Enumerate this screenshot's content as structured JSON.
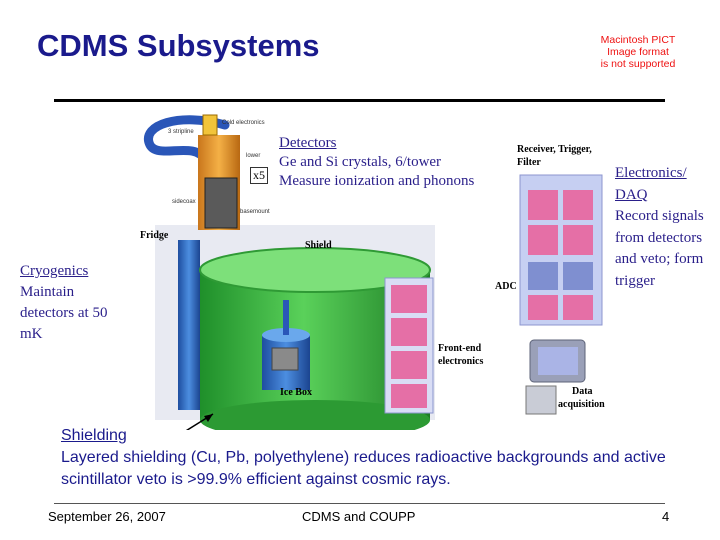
{
  "title": "CDMS Subsystems",
  "pict_notice": [
    "Macintosh PICT",
    "Image format",
    "is not supported"
  ],
  "detectors": {
    "heading": "Detectors",
    "line1": "Ge and Si crystals, 6/tower",
    "line2": "Measure ionization and phonons",
    "multiplier": "x5"
  },
  "cryogenics": {
    "heading": "Cryogenics",
    "body": "Maintain detectors at 50 mK"
  },
  "electronics": {
    "heading": "Electronics/ DAQ",
    "body": "Record signals from detectors and veto; form trigger"
  },
  "shielding": {
    "heading": "Shielding",
    "body": "Layered shielding (Cu, Pb, polyethylene) reduces radioactive backgrounds and active scintillator veto is >99.9% efficient against cosmic rays."
  },
  "diagram_labels": {
    "fridge": "Fridge",
    "shield": "Shield",
    "adc": "ADC",
    "receiver": "Receiver, Trigger,",
    "filter": "Filter",
    "front_end_1": "Front-end",
    "front_end_2": "electronics",
    "ice_box": "Ice Box",
    "data_1": "Data",
    "data_2": "acquisition",
    "tower_top": "Cold electronics",
    "stripline": "3 stripline",
    "tower_lower": "lower",
    "tower_mid": "sidecoax",
    "tower_base": "basemount"
  },
  "footer": {
    "date": "September 26, 2007",
    "center": "CDMS and COUPP",
    "page": "4"
  },
  "colors": {
    "title": "#1a1a8c",
    "text": "#2a1f8a",
    "shield_green": "#3db83d",
    "rack_pink": "#e56fa6",
    "cryo_blue": "#2a5fb0"
  }
}
